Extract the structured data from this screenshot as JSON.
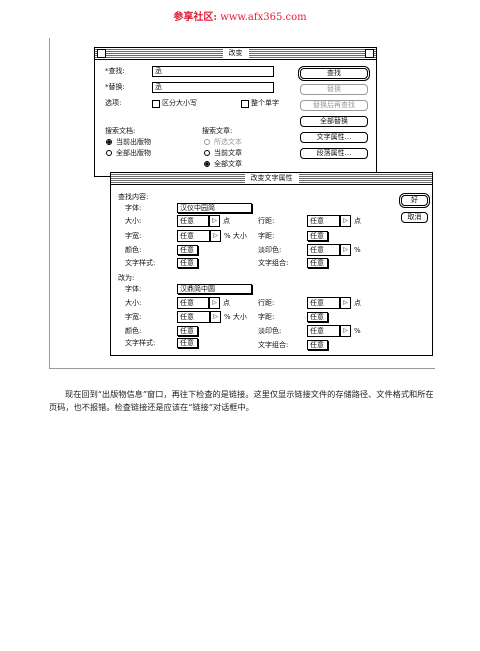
{
  "watermark": {
    "logo": "参享社区:",
    "url": "www.afx365.com",
    "color": "#e0203a"
  },
  "change_dialog": {
    "title": "改变",
    "find_label": "*查找:",
    "find_value": "丞",
    "replace_label": "*替换:",
    "replace_value": "丞",
    "options_label": "选项:",
    "case_label": "区分大小写",
    "whole_word_label": "整个单字",
    "search_docs_label": "搜索文档:",
    "search_docs_options": [
      "当前出版物",
      "全部出版物"
    ],
    "search_story_label": "搜索文章:",
    "search_story_options": [
      "所选文本",
      "当前文章",
      "全部文章"
    ],
    "buttons": {
      "find": "查找",
      "change": "替换",
      "change_find": "替换后再查找",
      "change_all": "全部替换",
      "attributes": "文字属性...",
      "para": "段落属性..."
    }
  },
  "attr_dialog": {
    "title": "改变文字属性",
    "find_section": "查找内容:",
    "change_section": "改为:",
    "font_label": "字体:",
    "size_label": "大小:",
    "width_label": "字宽:",
    "color_label": "颜色:",
    "style_label": "文字样式:",
    "leading_label": "行距:",
    "kern_label": "字距:",
    "tint_label": "淡印色:",
    "combo_label": "文字组合:",
    "find_font": "汉仪中园简",
    "change_font": "汉鼎简中圆",
    "any": "任意",
    "unit_pt": "点",
    "unit_pct_size": "% 大小",
    "unit_pct": "%",
    "arrow": "▷",
    "ok": "好",
    "cancel": "取消"
  },
  "paragraph": "现在回到“出版物信息”窗口，再往下检查的是链接。这里仅显示链接文件的存储路径、文件格式和所在页码，也不报错。检查链接还是应该在“链接”对话框中。"
}
